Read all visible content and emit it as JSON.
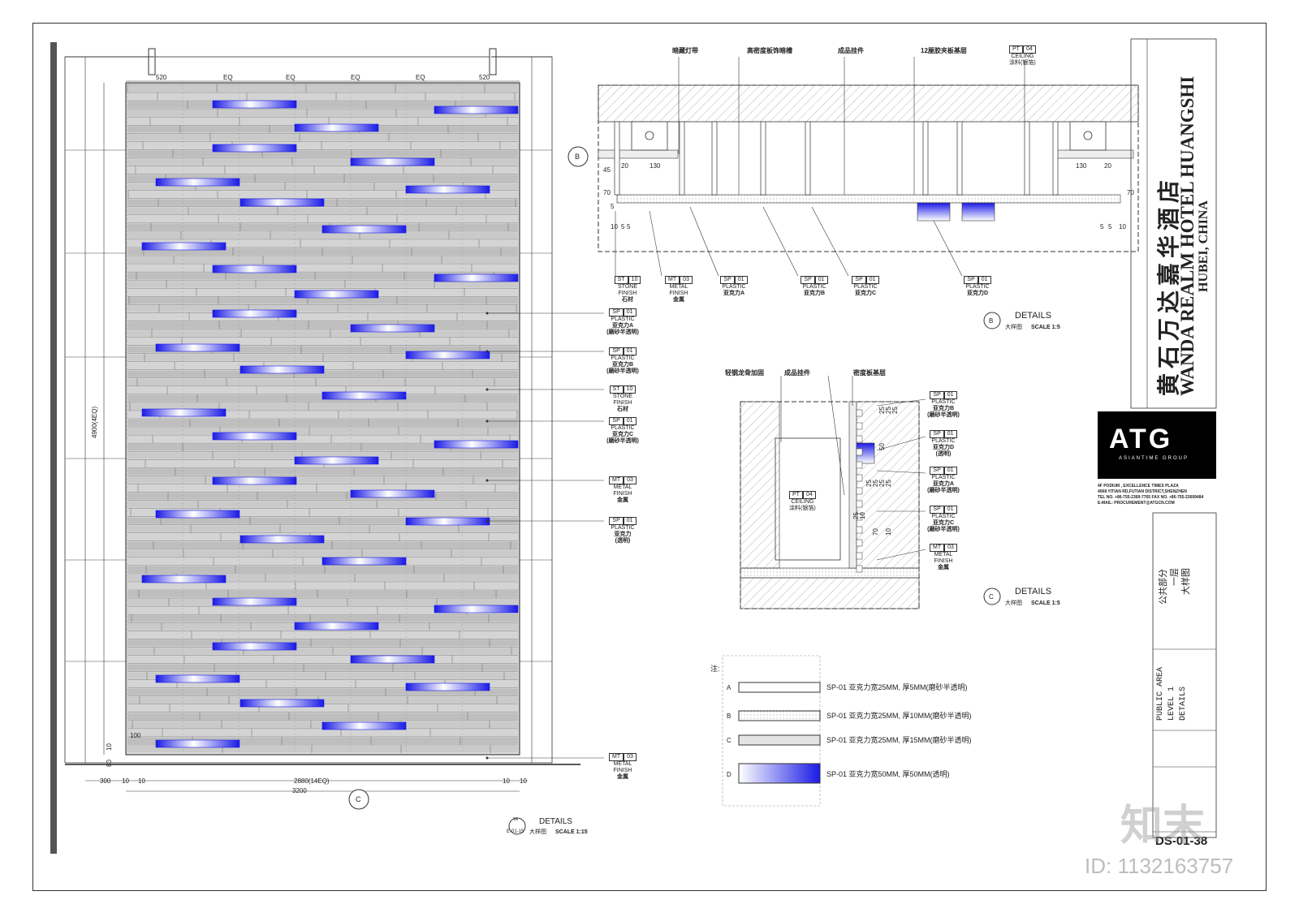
{
  "project": {
    "name_cn": "黄石万达嘉华酒店",
    "name_en": "WANDA REALM HOTEL HUANGSHI",
    "location": "HUBEI, CHINA"
  },
  "company": {
    "logo": "ATG",
    "logo_sub": "ASIANTIME GROUP",
    "address1": "4F PODIUM , EXCELLENCE TIMES PLAZA",
    "address2": "4068 YITIAN RD,FUTIAN DISTRICT,SHENZHEN",
    "tel": "TEL NO. +86-755-2369-7765   FAX NO. +86-755-23699484",
    "email": "E-MAIL: PROCUREMENT@ATGCN.COM"
  },
  "drawing_title": {
    "cn1": "公共部分",
    "cn2": "一层",
    "cn3": "大样图",
    "en1": "PUBLIC AREA",
    "en2": "LEVEL 1",
    "en3": "DETAILS"
  },
  "drawing_number": "DS-01-38",
  "watermark": {
    "id_text": "ID: 1132163757",
    "brand": "知末"
  },
  "elevation": {
    "dims_top": [
      "520",
      "EQ",
      "EQ",
      "EQ",
      "EQ",
      "520"
    ],
    "dims_bottom": [
      "300",
      "10",
      "10",
      "2880(14EQ)",
      "10",
      "10"
    ],
    "dim_total": "3200",
    "dim_height": "4900(4EQ)",
    "dim_small": [
      "80",
      "10",
      "100"
    ],
    "section_mark": "C",
    "section_mark_b": "B",
    "callouts": [
      {
        "code": "SP",
        "num": "01",
        "label": "PLASTIC",
        "cn": "亚克力A",
        "note": "(磨砂半透明)"
      },
      {
        "code": "SP",
        "num": "01",
        "label": "PLASTIC",
        "cn": "亚克力B",
        "note": "(磨砂半透明)"
      },
      {
        "code": "ST",
        "num": "10",
        "label": "STONE FINISH",
        "cn": "石材",
        "note": ""
      },
      {
        "code": "SP",
        "num": "01",
        "label": "PLASTIC",
        "cn": "亚克力C",
        "note": "(磨砂半透明)"
      },
      {
        "code": "MT",
        "num": "03",
        "label": "METAL FINISH",
        "cn": "金属",
        "note": ""
      },
      {
        "code": "SP",
        "num": "01",
        "label": "PLASTIC",
        "cn": "亚克力",
        "note": "(透明)"
      },
      {
        "code": "MT",
        "num": "03",
        "label": "METAL FINISH",
        "cn": "金属",
        "note": ""
      }
    ],
    "title": "DETAILS",
    "title_cn": "大样图",
    "scale": "SCALE 1:15",
    "ref_top": "1A",
    "ref_bottom": "E-01-15"
  },
  "detail_b": {
    "top_labels": [
      "暗藏灯带",
      "高密度板饰暗槽",
      "成品挂件",
      "12厘胶夹板基层"
    ],
    "ceiling_tag": {
      "code": "PT",
      "num": "04",
      "label": "CEILING",
      "cn": "涂料(银箔)"
    },
    "dims": [
      "45",
      "20",
      "130",
      "70",
      "10",
      "5",
      "5",
      "5",
      "130",
      "20",
      "70",
      "5",
      "5",
      "10"
    ],
    "bottom_tags": [
      {
        "code": "ST",
        "num": "10",
        "label": "STONE FINISH",
        "cn": "石材"
      },
      {
        "code": "MT",
        "num": "03",
        "label": "METAL FINISH",
        "cn": "金属"
      },
      {
        "code": "SP",
        "num": "01",
        "label": "PLASTIC",
        "cn": "亚克力A"
      },
      {
        "code": "SP",
        "num": "01",
        "label": "PLASTIC",
        "cn": "亚克力B"
      },
      {
        "code": "SP",
        "num": "01",
        "label": "PLASTIC",
        "cn": "亚克力C"
      },
      {
        "code": "SP",
        "num": "01",
        "label": "PLASTIC",
        "cn": "亚克力D"
      }
    ],
    "title": "DETAILS",
    "title_cn": "大样图",
    "scale": "SCALE 1:5",
    "mark": "B"
  },
  "detail_c": {
    "top_labels": [
      "轻钢龙骨加固",
      "成品挂件",
      "密度板基层"
    ],
    "ceiling_tag": {
      "code": "PT",
      "num": "04",
      "label": "CEILING",
      "cn": "涂料(银箔)"
    },
    "dims": [
      "25",
      "25",
      "25",
      "50",
      "25",
      "25",
      "25",
      "25",
      "10",
      "25",
      "70",
      "10"
    ],
    "side_tags": [
      {
        "code": "SP",
        "num": "01",
        "label": "PLASTIC",
        "cn": "亚克力B",
        "note": "(磨砂半透明)"
      },
      {
        "code": "SP",
        "num": "01",
        "label": "PLASTIC",
        "cn": "亚克力D",
        "note": "(透明)"
      },
      {
        "code": "SP",
        "num": "01",
        "label": "PLASTIC",
        "cn": "亚克力A",
        "note": "(磨砂半透明)"
      },
      {
        "code": "SP",
        "num": "01",
        "label": "PLASTIC",
        "cn": "亚克力C",
        "note": "(磨砂半透明)"
      },
      {
        "code": "MT",
        "num": "03",
        "label": "METAL FINISH",
        "cn": "金属",
        "note": ""
      }
    ],
    "title": "DETAILS",
    "title_cn": "大样图",
    "scale": "SCALE 1:5",
    "mark": "C"
  },
  "legend": {
    "heading": "注:",
    "rows": [
      {
        "key": "A",
        "text": "SP-01 亚克力宽25MM, 厚5MM(磨砂半透明)"
      },
      {
        "key": "B",
        "text": "SP-01 亚克力宽25MM, 厚10MM(磨砂半透明)"
      },
      {
        "key": "C",
        "text": "SP-01 亚克力宽25MM, 厚15MM(磨砂半透明)"
      },
      {
        "key": "D",
        "text": "SP-01 亚克力宽50MM, 厚50MM(透明)"
      }
    ]
  },
  "colors": {
    "accent_blue": "#1a1ae6",
    "line": "#333333",
    "slat": "#9a9a9a"
  }
}
